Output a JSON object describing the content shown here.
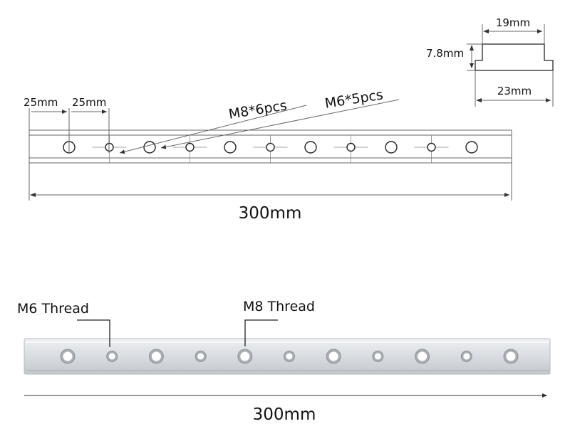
{
  "drawing": {
    "spacing_label_1": "25mm",
    "spacing_label_2": "25mm",
    "length_label": "300mm",
    "m8_callout": "M8*6pcs",
    "m6_callout": "M6*5pcs",
    "m8_hole_count": 6,
    "m6_hole_count": 5
  },
  "profile": {
    "top_width_label": "19mm",
    "height_label": "7.8mm",
    "bottom_width_label": "23mm"
  },
  "photo": {
    "m6_label": "M6 Thread",
    "m8_label": "M8 Thread",
    "length_label": "300mm",
    "bar_color": "#d9dce0",
    "edge_color": "#b6bbc2"
  }
}
